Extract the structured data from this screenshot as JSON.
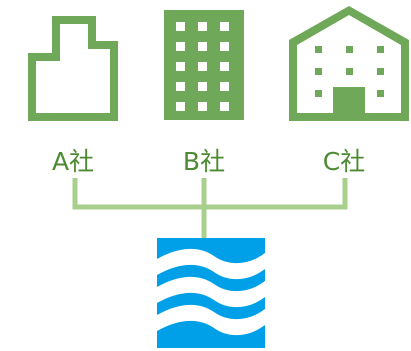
{
  "colors": {
    "building": "#6FA858",
    "label": "#4E8A33",
    "connector": "#A8D08D",
    "water_bg": "#00A0E9",
    "water_wave": "#FFFFFF",
    "window": "#FFFFFF"
  },
  "companies": [
    {
      "label": "A社",
      "icon": "office-building-stepped-icon"
    },
    {
      "label": "B社",
      "icon": "office-tower-icon"
    },
    {
      "label": "C社",
      "icon": "gabled-building-icon"
    }
  ],
  "target": {
    "icon": "water-waves-icon"
  }
}
